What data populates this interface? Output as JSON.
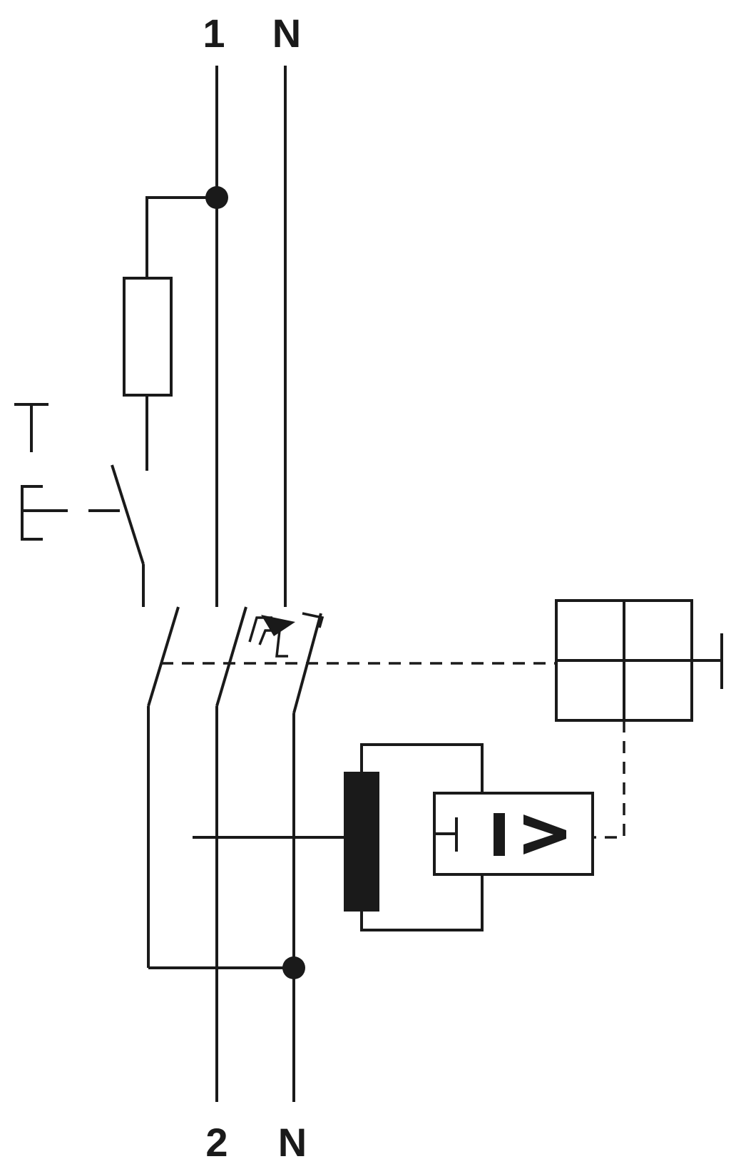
{
  "terminals": {
    "top_left": "1",
    "top_right": "N",
    "bottom_left": "2",
    "bottom_right": "N"
  },
  "test_button": {
    "symbol": "T"
  },
  "trip_unit": {
    "symbol": "I >"
  },
  "colors": {
    "line": "#1a1a1a",
    "background": "#ffffff"
  }
}
